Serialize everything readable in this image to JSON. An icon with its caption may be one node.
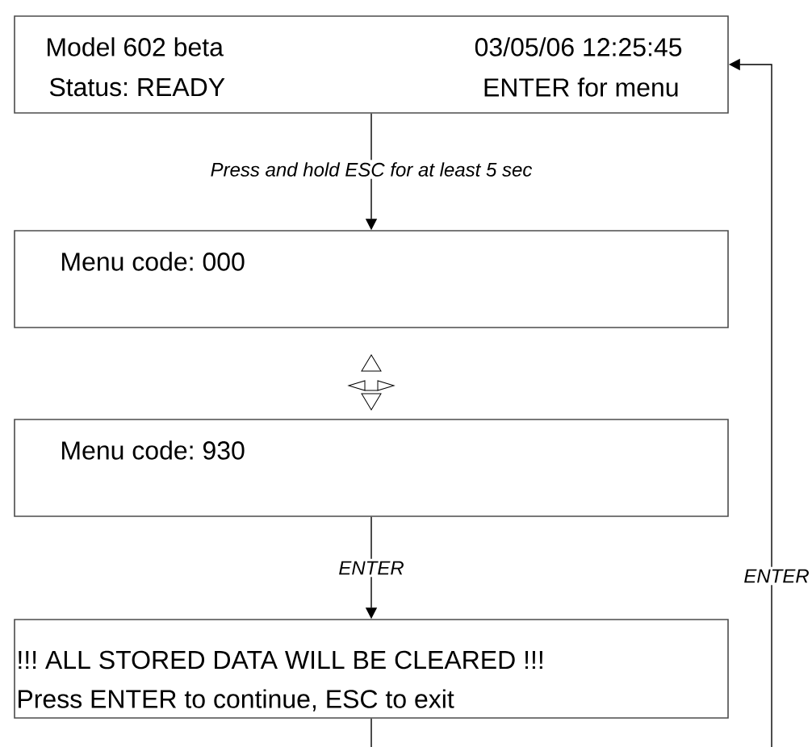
{
  "diagram": {
    "nodes": [
      {
        "text": [
          "Model 602 beta",
          "03/05/06  12:25:45",
          "Status: READY",
          "ENTER for menu"
        ]
      },
      {
        "text": [
          "Menu code: 000"
        ]
      },
      {
        "text": [
          "Menu code: 930"
        ]
      },
      {
        "text": [
          "!!!   ALL STORED DATA WILL BE CLEARED  !!!",
          "Press ENTER to continue, ESC to exit"
        ]
      }
    ],
    "edges": [
      {
        "from": 0,
        "to": 1,
        "arrow": "to",
        "label": "Press and hold ESC for at least 5 sec"
      },
      {
        "from": 2,
        "to": 3,
        "arrow": "to",
        "label": "ENTER"
      },
      {
        "from": 3,
        "to": 0,
        "arrow": "to",
        "label": "ENTER"
      }
    ]
  }
}
